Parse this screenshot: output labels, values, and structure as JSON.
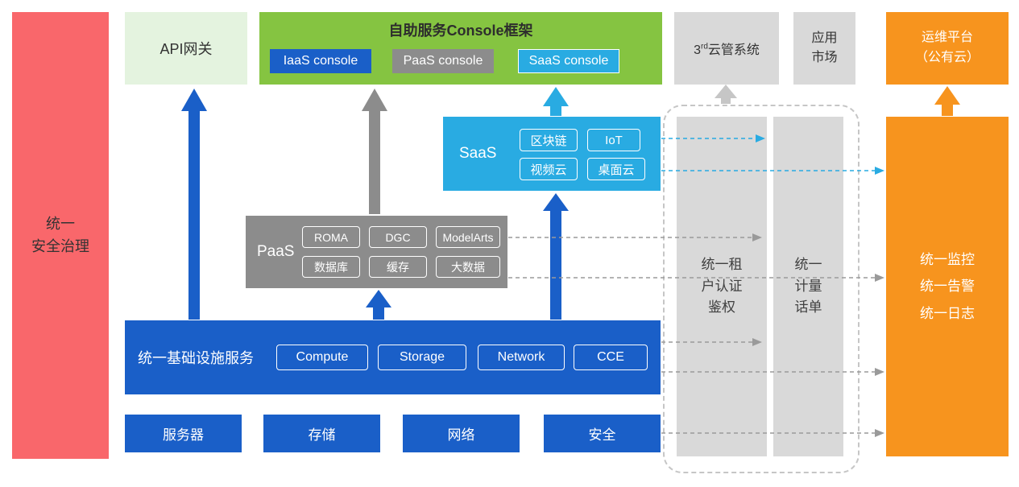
{
  "security_bar": {
    "label": "统一\n安全治理"
  },
  "api_gateway": {
    "label": "API网关"
  },
  "console_frame": {
    "title": "自助服务Console框架",
    "iaas_button": "IaaS console",
    "paas_button": "PaaS console",
    "saas_button": "SaaS console"
  },
  "third_party_cms": {
    "base": "3",
    "sup": "rd",
    "rest": "云管系统"
  },
  "app_market": {
    "label": "应用\n市场"
  },
  "om_platform": {
    "label": "运维平台\n（公有云）"
  },
  "saas": {
    "label": "SaaS",
    "items": [
      "区块链",
      "IoT",
      "视频云",
      "桌面云"
    ]
  },
  "paas": {
    "label": "PaaS",
    "items": [
      "ROMA",
      "DGC",
      "ModelArts",
      "数据库",
      "缓存",
      "大数据"
    ]
  },
  "infra": {
    "label": "统一基础设施服务",
    "items": [
      "Compute",
      "Storage",
      "Network",
      "CCE"
    ]
  },
  "resources": {
    "items": [
      "服务器",
      "存储",
      "网络",
      "安全"
    ]
  },
  "auth_bar": {
    "label": "统一租\n户认证\n鉴权"
  },
  "metering_bar": {
    "label": "统一\n计量\n话单"
  },
  "monitoring": {
    "label": "统一监控\n统一告警\n统一日志"
  },
  "colors": {
    "red": "#F9676B",
    "pale_green": "#E4F3DF",
    "green": "#85C441",
    "blue": "#1A5FC8",
    "gray": "#8C8C8C",
    "light_gray": "#D9D9D9",
    "cyan": "#29ABE2",
    "orange": "#F7941E"
  }
}
